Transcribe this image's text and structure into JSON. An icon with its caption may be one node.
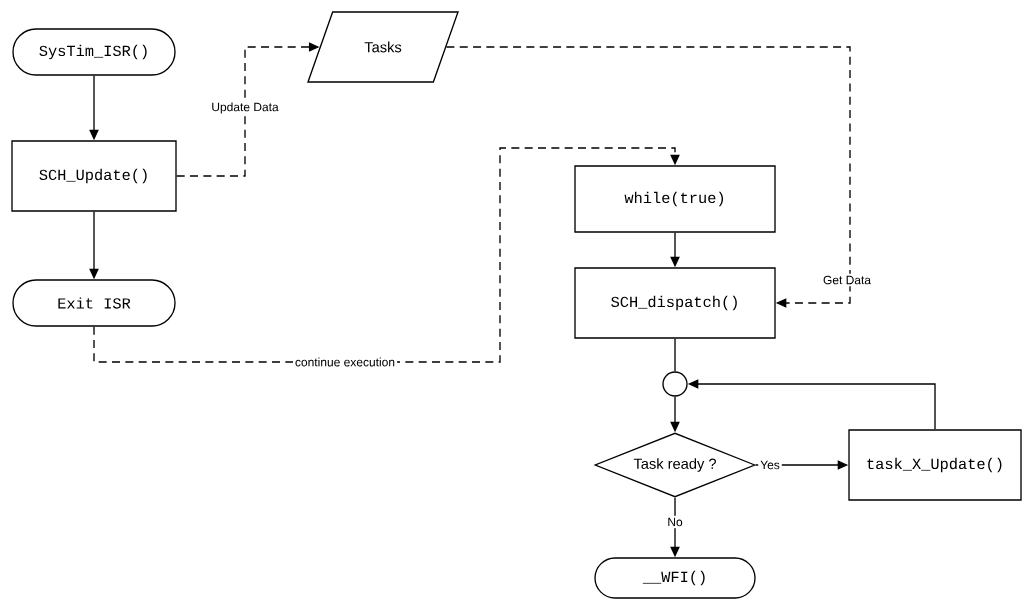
{
  "diagram": {
    "nodes": [
      {
        "text": [
          "SysTim_ISR()"
        ]
      },
      {
        "text": [
          "SCH_Update()"
        ]
      },
      {
        "text": [
          "Exit ISR"
        ]
      },
      {
        "text": [
          "Tasks"
        ]
      },
      {
        "text": [
          "while(true)"
        ]
      },
      {
        "text": [
          "SCH_dispatch()"
        ]
      },
      {
        "text": [],
        "shape": "circle"
      },
      {
        "text": [
          "Task ready ?"
        ]
      },
      {
        "text": [
          "task_X_Update()"
        ]
      },
      {
        "text": [
          "__WFI()"
        ]
      }
    ],
    "edges": [
      {
        "from": 0,
        "to": 1,
        "arrow": "to"
      },
      {
        "from": 1,
        "to": 2,
        "arrow": "to"
      },
      {
        "from": 1,
        "to": 3,
        "arrow": "to",
        "style": "dashed",
        "label": "Update Data"
      },
      {
        "from": 2,
        "to": 4,
        "arrow": "to",
        "style": "dashed",
        "label": "continue execution"
      },
      {
        "from": 3,
        "to": 5,
        "arrow": "to",
        "style": "dashed",
        "label": "Get Data"
      },
      {
        "from": 4,
        "to": 5,
        "arrow": "to"
      },
      {
        "from": 5,
        "to": 6,
        "arrow": "none"
      },
      {
        "from": 6,
        "to": 7,
        "arrow": "to"
      },
      {
        "from": 7,
        "to": 8,
        "arrow": "to",
        "label": "Yes"
      },
      {
        "from": 8,
        "to": 6,
        "arrow": "to"
      },
      {
        "from": 7,
        "to": 9,
        "arrow": "to",
        "label": "No"
      }
    ]
  }
}
